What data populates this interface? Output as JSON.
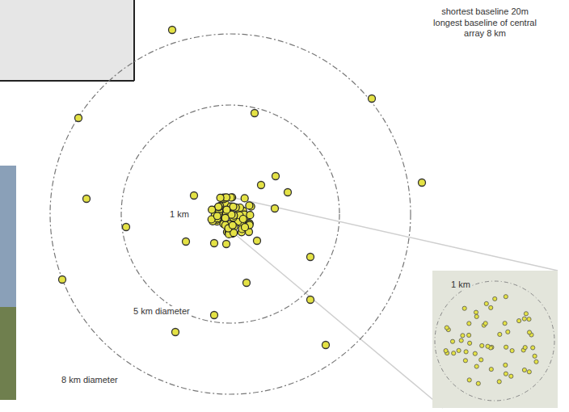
{
  "diagram": {
    "labels": [
      "shortest baseline 20m",
      "longest baseline of central array 8 km",
      "1 km",
      "5 km diameter",
      "8 km diameter",
      "1 km"
    ]
  }
}
